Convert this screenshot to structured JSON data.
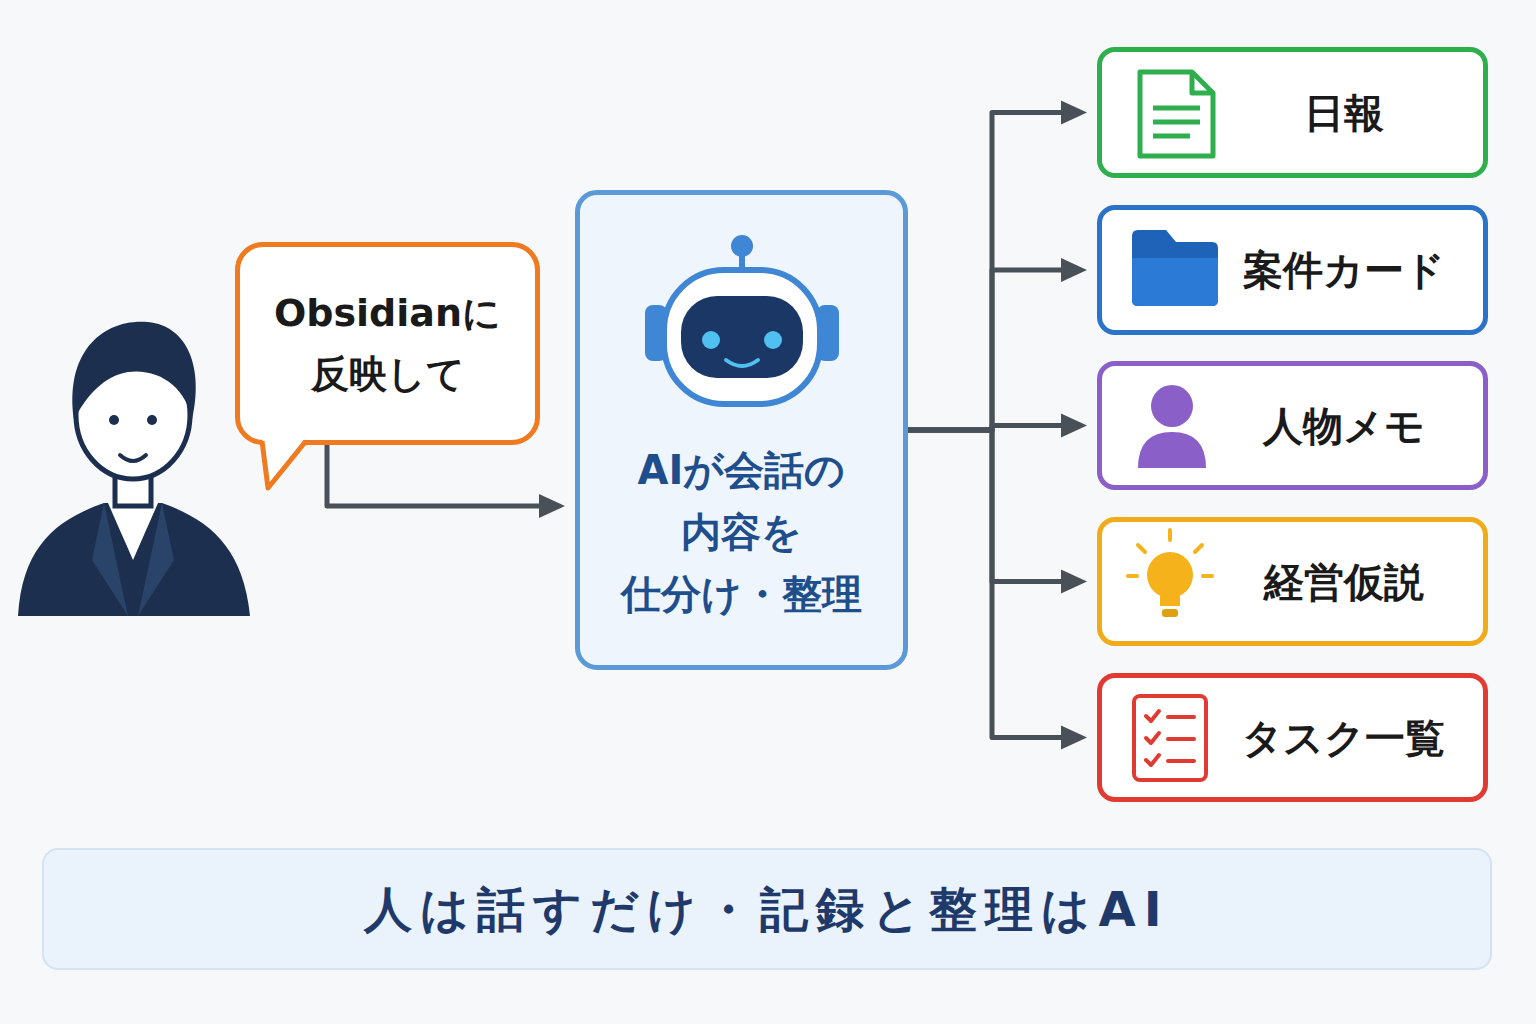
{
  "diagram": {
    "nodes": [
      {
        "text": [
          "Obsidianに 反映して"
        ]
      },
      {
        "text": [
          "AIが会話の 内容を 仕分け・整理"
        ]
      },
      {
        "text": [
          "日報"
        ]
      },
      {
        "text": [
          "案件カード"
        ]
      },
      {
        "text": [
          "人物メモ"
        ]
      },
      {
        "text": [
          "経営仮説"
        ]
      },
      {
        "text": [
          "タスク一覧"
        ]
      },
      {
        "text": [
          "人は話すだけ・記録と整理はAI"
        ]
      }
    ],
    "edges": [
      {
        "from": 0,
        "to": 1,
        "arrow": "to"
      },
      {
        "from": 1,
        "to": 2,
        "arrow": "to"
      },
      {
        "from": 1,
        "to": 3,
        "arrow": "to"
      },
      {
        "from": 1,
        "to": 4,
        "arrow": "to"
      },
      {
        "from": 1,
        "to": 5,
        "arrow": "to"
      },
      {
        "from": 1,
        "to": 6,
        "arrow": "to"
      }
    ]
  }
}
